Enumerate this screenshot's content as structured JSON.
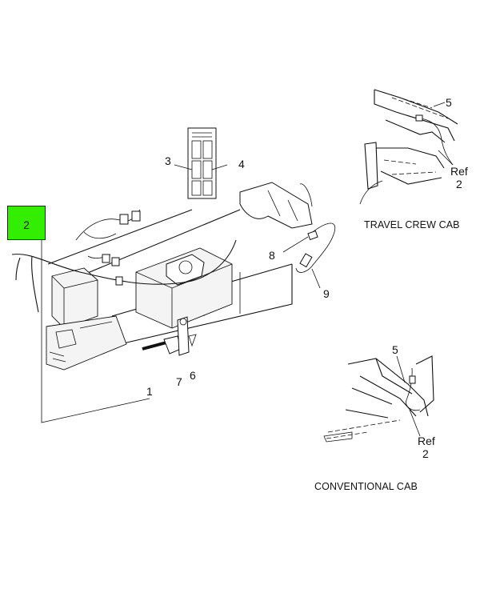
{
  "highlight_callout": {
    "label": "2",
    "color": "#33ee00"
  },
  "callouts": {
    "c1": "1",
    "c3": "3",
    "c4": "4",
    "c5a": "5",
    "c5b": "5",
    "c6": "6",
    "c7": "7",
    "c8": "8",
    "c9": "9",
    "ref_a": "Ref",
    "ref_a_num": "2",
    "ref_b": "Ref",
    "ref_b_num": "2"
  },
  "captions": {
    "travel_crew_cab": "TRAVEL CREW CAB",
    "conventional_cab": "CONVENTIONAL CAB"
  }
}
